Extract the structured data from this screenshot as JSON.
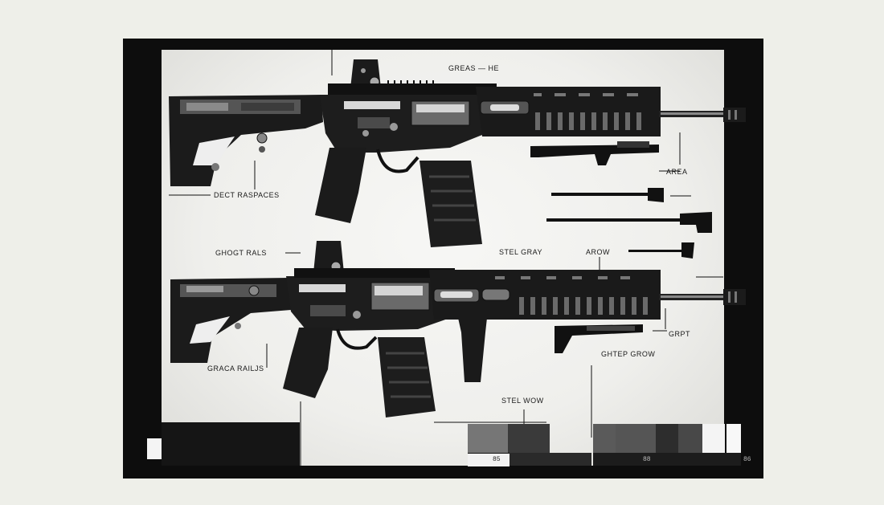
{
  "labels": {
    "top_center": "GREAS — HE",
    "area": "AREA",
    "dect_raspaces": "DECT RASPACES",
    "ghost_rails": "GHOGT RALS",
    "stel_gray": "STEL GRAY",
    "arow": "AROW",
    "grpt": "GRPT",
    "ghtep_grow": "GHTEP GROW",
    "graca_rails": "GRACA RAILJS",
    "stel_wow": "STEL WOW"
  },
  "swatch_numbers": [
    "85",
    "88",
    "86"
  ],
  "colors": {
    "background": "#eeefe9",
    "frame": "#0d0d0d",
    "panel": "#f3f3f1",
    "metal_dark": "#1a1a1a",
    "metal_mid": "#4a4a4a",
    "metal_light": "#8a8a8a"
  },
  "swatches": [
    "#767676",
    "#3a3a3a",
    "#5a5a5a",
    "#555555",
    "#2d2d2d",
    "#484848",
    "#f4f4f4",
    "#f8f8f8"
  ]
}
